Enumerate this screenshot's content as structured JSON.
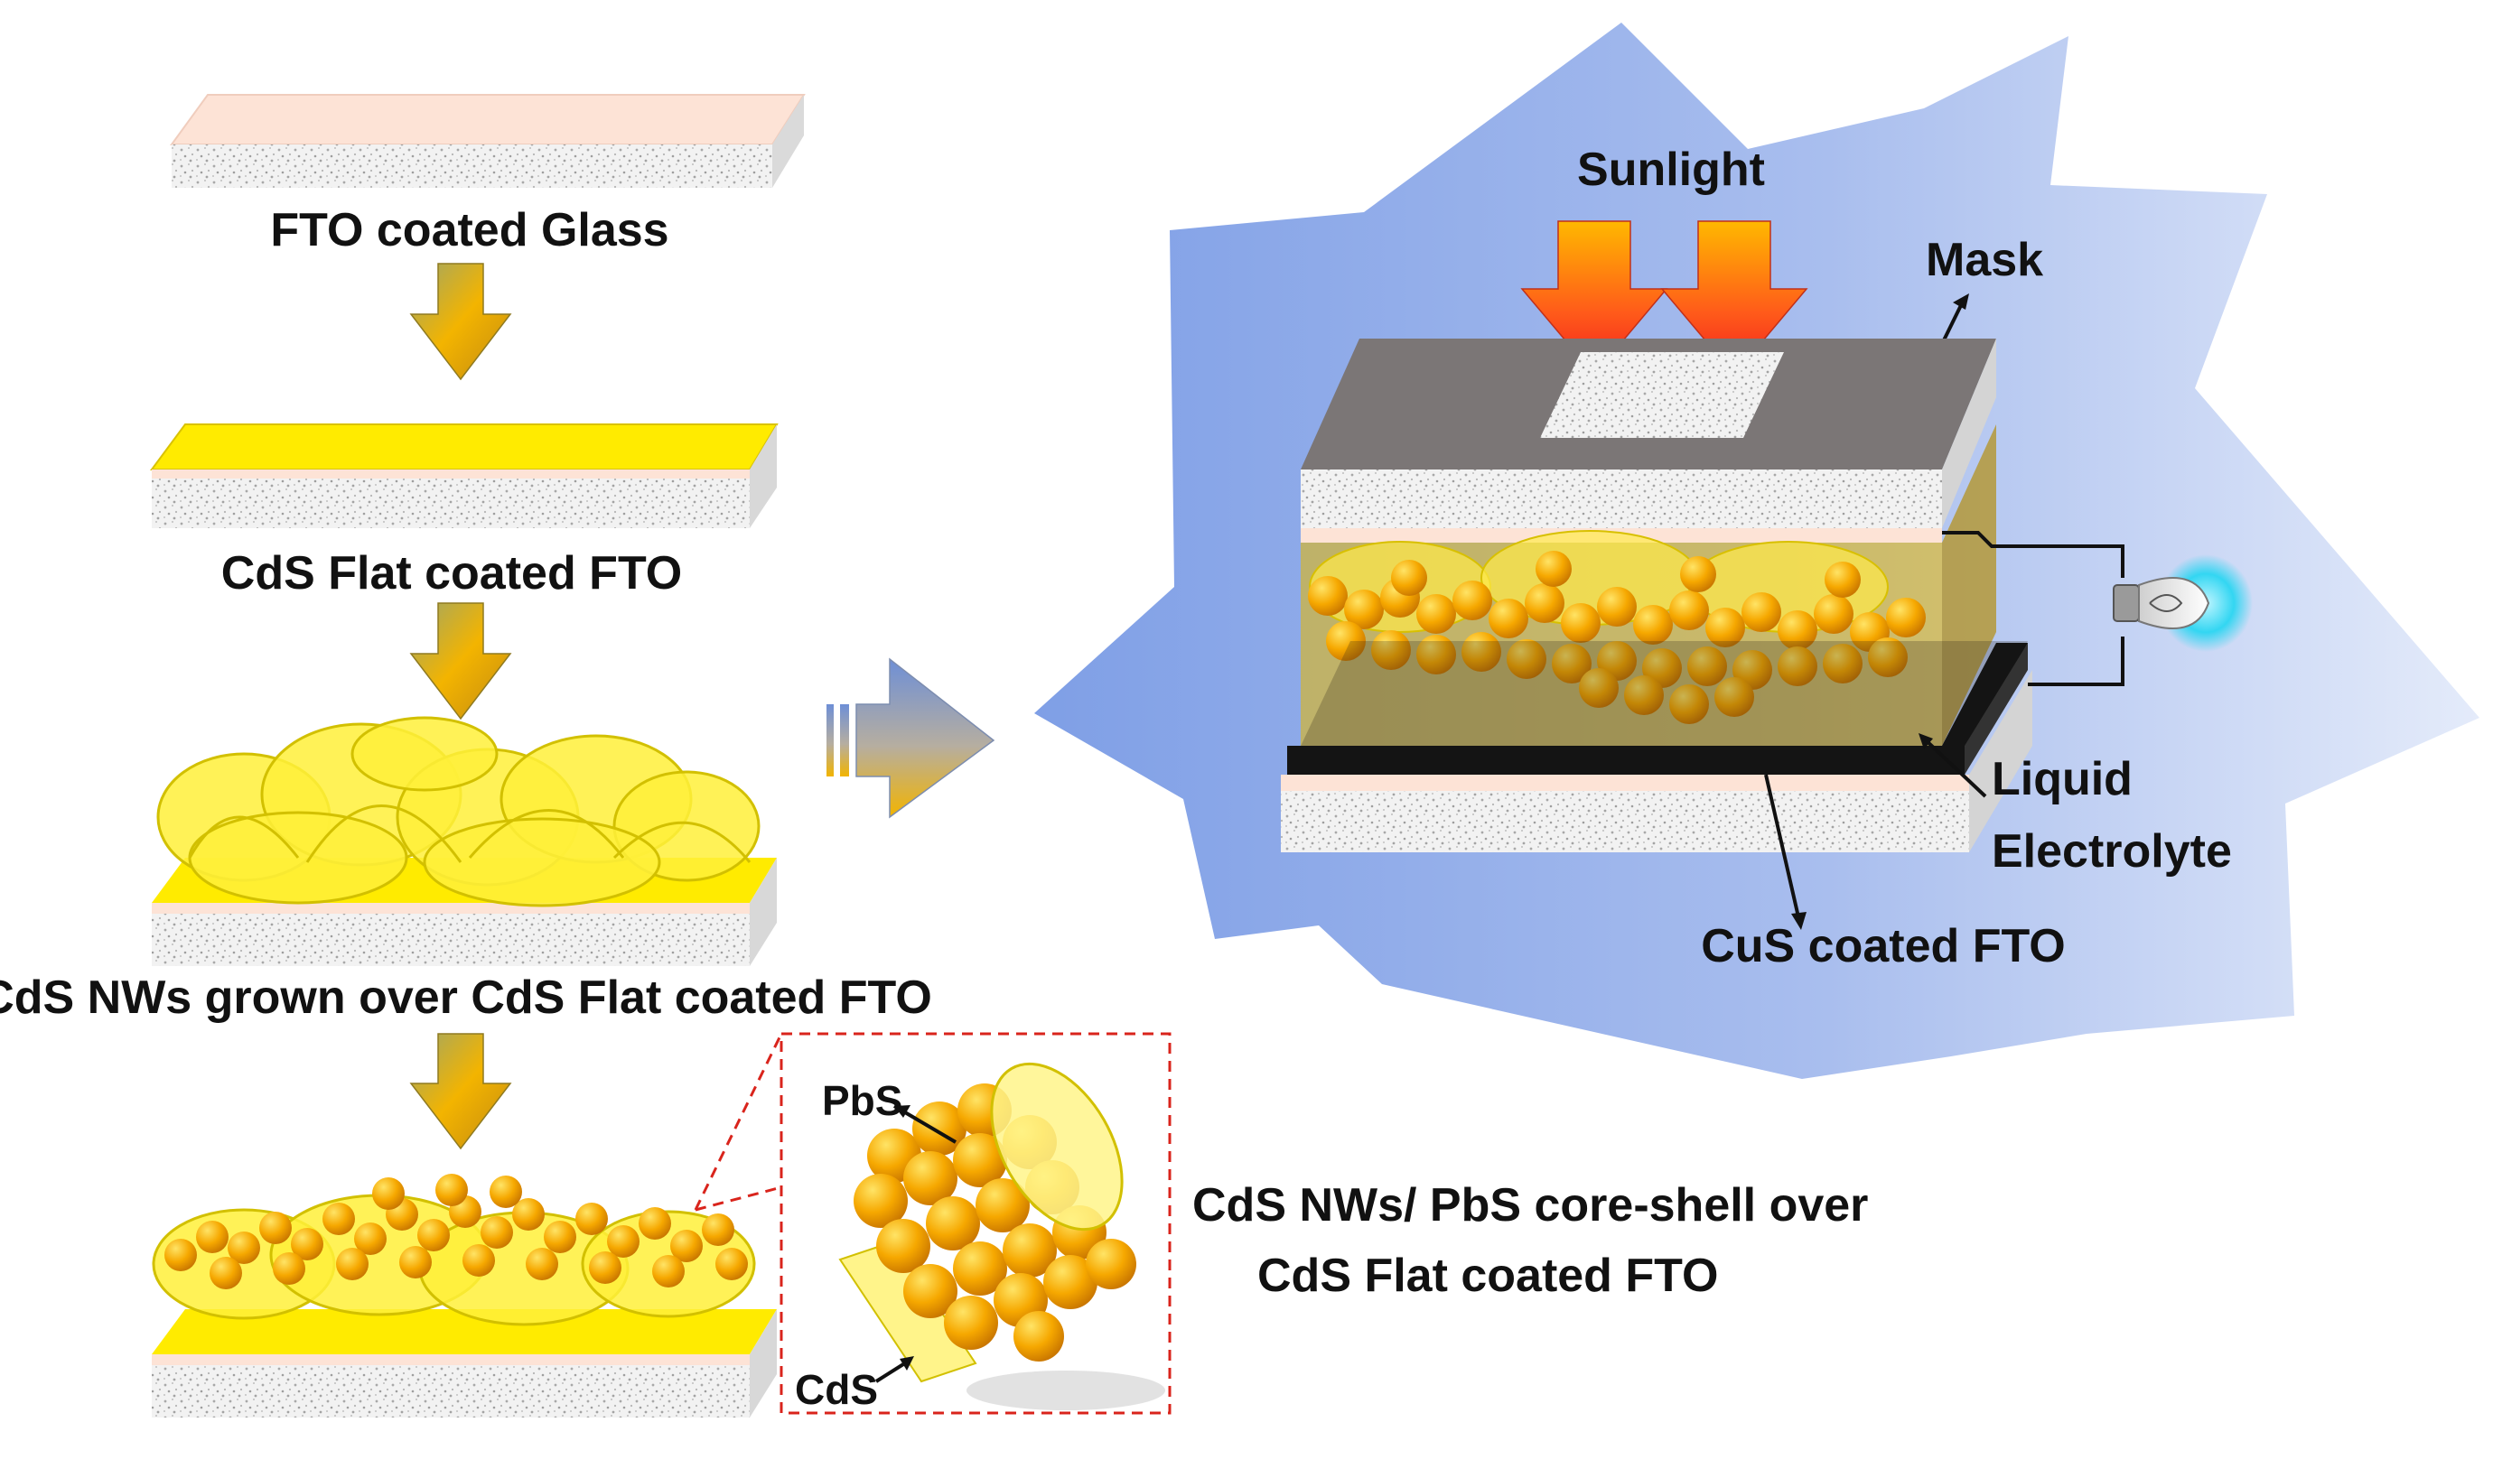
{
  "steps": {
    "fto_glass": "FTO coated Glass",
    "cds_flat": "CdS Flat coated FTO",
    "cds_nws": "CdS NWs grown over CdS Flat coated FTO",
    "core_shell_line1": "CdS NWs/ PbS core-shell over",
    "core_shell_line2": "CdS Flat coated FTO"
  },
  "inset": {
    "pbs_label": "PbS",
    "cds_label": "CdS"
  },
  "device": {
    "sunlight": "Sunlight",
    "mask": "Mask",
    "electrolyte_line1": "Liquid",
    "electrolyte_line2": "Electrolyte",
    "counter_electrode": "CuS coated FTO"
  },
  "colors": {
    "glass_top": "#FDE3D6",
    "cds_yellow": "#FFEB00",
    "pbs_orange": "#F7A800",
    "mask_gray": "#7B7676",
    "counter_black": "#141414",
    "background_blue": "#8DAAE8",
    "bulb_glow": "#33D6F2",
    "inset_border": "#D9241C"
  }
}
